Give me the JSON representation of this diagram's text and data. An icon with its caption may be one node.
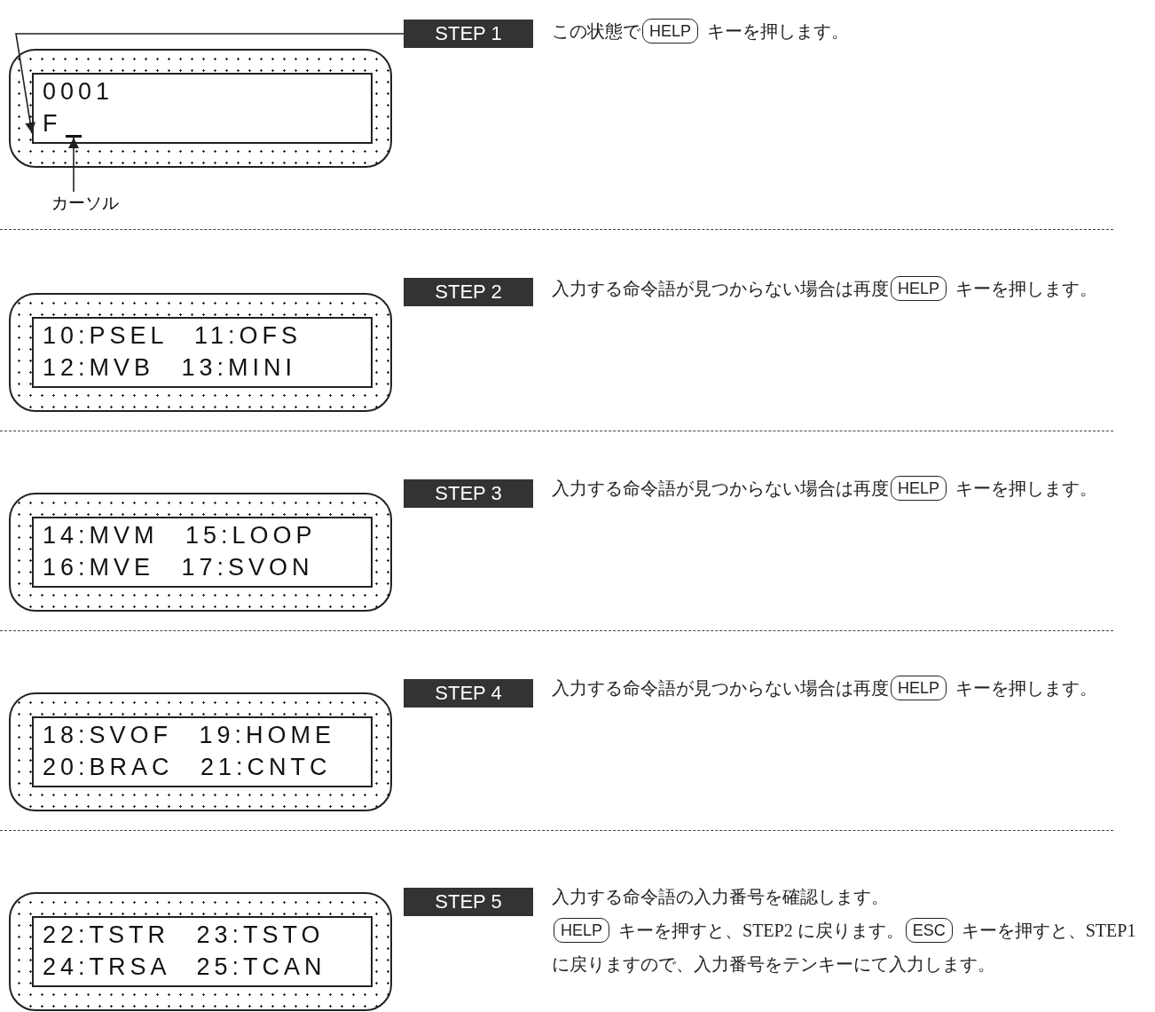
{
  "diagram": {
    "nodes": [
      {
        "text": [
          "STEP 1"
        ]
      },
      {
        "text": [
          "0001",
          "F"
        ]
      },
      {
        "text": [],
        "shape": "bar",
        "in": 1
      },
      {
        "text": [
          "カーソル"
        ]
      },
      {
        "text": [
          "HELP"
        ]
      },
      {
        "text": [
          "STEP 2"
        ]
      },
      {
        "text": [
          "10:PSEL 11:OFS",
          "12:MVB 13:MINI"
        ]
      },
      {
        "text": [
          "HELP"
        ]
      },
      {
        "text": [
          "STEP 3"
        ]
      },
      {
        "text": [
          "14:MVM 15:LOOP",
          "16:MVE 17:SVON"
        ]
      },
      {
        "text": [
          "HELP"
        ]
      },
      {
        "text": [
          "STEP 4"
        ]
      },
      {
        "text": [
          "18:SVOF 19:HOME",
          "20:BRAC 21:CNTC"
        ]
      },
      {
        "text": [
          "HELP"
        ]
      },
      {
        "text": [
          "STEP 5"
        ]
      },
      {
        "text": [
          "22:TSTR 23:TSTO",
          "24:TRSA 25:TCAN"
        ]
      },
      {
        "text": [
          "HELP"
        ]
      },
      {
        "text": [
          "ESC"
        ]
      }
    ],
    "edges": [
      {
        "from": 0,
        "to": 1,
        "arrow": "to"
      },
      {
        "from": 3,
        "to": 2,
        "arrow": "to"
      }
    ],
    "labels": [
      "この状態で",
      "キーを押します。",
      "入力する命令語が見つからない場合は再度",
      "キーを押します。",
      "入力する命令語が見つからない場合は再度",
      "キーを押します。",
      "入力する命令語が見つからない場合は再度",
      "キーを押します。",
      "入力する命令語の入力番号を確認します。",
      "キーを押すと、STEP2 に戻ります。",
      "キーを押すと、STEP1 に戻りますので、入力番号をテンキーにて入力します。"
    ]
  }
}
